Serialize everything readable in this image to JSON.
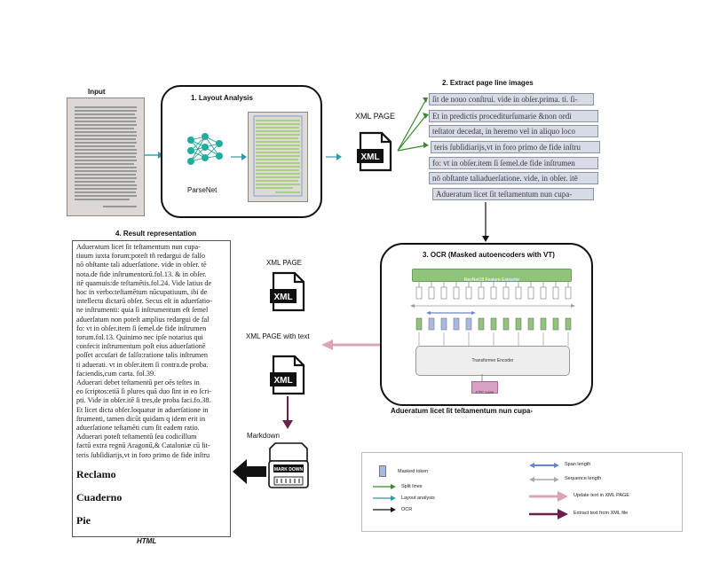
{
  "input": {
    "label": "Input"
  },
  "layout_analysis": {
    "title": "1.  Layout Analysis",
    "model": "ParseNet"
  },
  "xml_page_top": {
    "label": "XML PAGE",
    "icon_text": "XML"
  },
  "extract": {
    "title": "2.  Extract page line images",
    "lines": [
      "ſit de nouo conſtrui. vide in obſer.prima. ti. ſi-",
      "Et in predictis procediturſumarie &non ordi",
      "teſtator decedat, in heremo vel in aliquo loco",
      "teris ſubſidiarijs,vt in foro primo de fide inſtru",
      "fo: vt in obſer.item ſi ſemel.de fide inſtrumen",
      "nō obſtante taliaduerſatione. vide, in obſer. itē",
      "Adueratum licet ſit teſtamentum nun cupa-"
    ]
  },
  "ocr": {
    "title": "3. OCR (Masked autoencoders with VT)",
    "feature_extractor": "ResNet18 Feature Extractor",
    "encoder": "Transformer Encoder",
    "loss": "CTC Loss",
    "output": "Adueratum licet ſit teſtamentum nun cupa-"
  },
  "result": {
    "title": "4. Result representation",
    "text": "Aduerᴀtum licet ſit teſtamentum nun cupa-\ntiuum iuxta forum:poteſt tñ redargui de falſo\nnō obſtante tali aduerſatione. vide in obſer. tē\nnota.de fide inſtrumentorū.fol.13. & in obſer.\nitē quamuis:de teſtamētis.fol.24. Vide latius de\nhoc in verbo:teſtamētum nūcupatiuum, ibi de\nintellectu dictarū obſer. Secus eſt in aduerſatio-\nne inſtrumenti: quia ſi inſtrumentum eſt ſemel\naduerſatum non poteſt amplius redargui de fal\nfo: vt in obſer.item ſi ſemel.de fide inſtrumen\ntorum.fol.13. Quinimo nec ipſe notarius qui\nconfecit inſtrumentum poſt eius aduerſationē\npoſſet accuſari de falſo:ratione talis inſtrumen\nti aduerati. vt in obſer.item ſi contra.de proba.\nfaciendis,cum carta. fol.39.\nAduerari debet teſtamentū per oēs teſtes in\neo ſcriptos:etiā ſi plures quā duo ſint in eo ſcri-\npti. Vide in obſer.itē ſi tres,de proba faci.fo.38.\nEt licet dicta obſer.loquatur in aduerſatione in\nſtrumenti, tamen dicūt quidam q idem erit in\naduerſatione teſtamēti cum ſit eadem ratio.\nAduerari poteſt teſtamentū ſeu codicillum\nfactū extra regnū Aragonū,& Cataloniæ cū lit-\nteris ſubſidiarijs,vt in foro primo de fide inſtru",
    "headings": [
      "Reclamo",
      "Cuaderno",
      "Pie"
    ],
    "caption": "HTML"
  },
  "middle": {
    "xml_page": "XML PAGE",
    "xml_page_text": "XML PAGE with text",
    "markdown": "Markdown",
    "icon_text": "XML",
    "md_icon_text": "MARK DOWN"
  },
  "legend": {
    "items": [
      "Masked token",
      "Split lines",
      "Layout analysis",
      "OCR",
      "Span length",
      "Sequence length",
      "Update text in XML PAGE",
      "Extract text from XML file"
    ]
  },
  "colors": {
    "green_arrow": "#3a8a2e",
    "teal_arrow": "#2f9aa3",
    "pink_arrow": "#d9a4b8",
    "maroon_arrow": "#6b1f4a",
    "feature_green": "#8fc47a",
    "ctc_pink": "#d8a0c4",
    "masked_blue": "#a9b9e3"
  }
}
